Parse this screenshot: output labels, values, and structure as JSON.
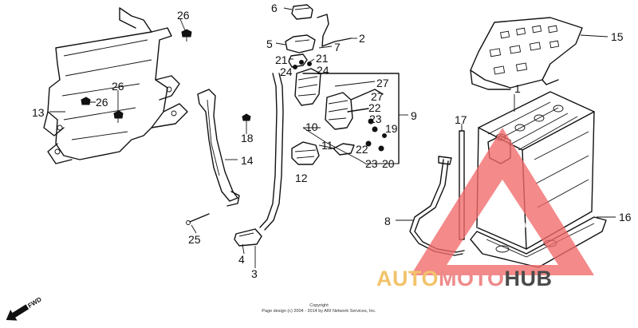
{
  "labels": [
    {
      "id": "1",
      "text": "1"
    },
    {
      "id": "2",
      "text": "2"
    },
    {
      "id": "3",
      "text": "3"
    },
    {
      "id": "4",
      "text": "4"
    },
    {
      "id": "5",
      "text": "5"
    },
    {
      "id": "6",
      "text": "6"
    },
    {
      "id": "7",
      "text": "7"
    },
    {
      "id": "8",
      "text": "8"
    },
    {
      "id": "9",
      "text": "9"
    },
    {
      "id": "10",
      "text": "10"
    },
    {
      "id": "11",
      "text": "11"
    },
    {
      "id": "12",
      "text": "12"
    },
    {
      "id": "13",
      "text": "13"
    },
    {
      "id": "14",
      "text": "14"
    },
    {
      "id": "15",
      "text": "15"
    },
    {
      "id": "16",
      "text": "16"
    },
    {
      "id": "17",
      "text": "17"
    },
    {
      "id": "18",
      "text": "18"
    },
    {
      "id": "19",
      "text": "19"
    },
    {
      "id": "20",
      "text": "20"
    },
    {
      "id": "21a",
      "text": "21"
    },
    {
      "id": "21b",
      "text": "21"
    },
    {
      "id": "22a",
      "text": "22"
    },
    {
      "id": "22b",
      "text": "22"
    },
    {
      "id": "23a",
      "text": "23"
    },
    {
      "id": "23b",
      "text": "23"
    },
    {
      "id": "24a",
      "text": "24"
    },
    {
      "id": "24b",
      "text": "24"
    },
    {
      "id": "25",
      "text": "25"
    },
    {
      "id": "26a",
      "text": "26"
    },
    {
      "id": "26b",
      "text": "26"
    },
    {
      "id": "26c",
      "text": "26"
    },
    {
      "id": "27a",
      "text": "27"
    },
    {
      "id": "27b",
      "text": "27"
    }
  ],
  "direction": "FWD",
  "copyright": {
    "line1": "Copyright",
    "line2": "Page design (c) 2004 - 2014 by ARI Network Services, Inc."
  },
  "watermark": {
    "part1": "AUTO",
    "part2": "MOTO",
    "part3": "HUB",
    "colors": {
      "auto": "#f2c36b",
      "moto": "#ef8a8a",
      "hub": "#4a4a4a",
      "triangle": "#f26a6a"
    }
  }
}
